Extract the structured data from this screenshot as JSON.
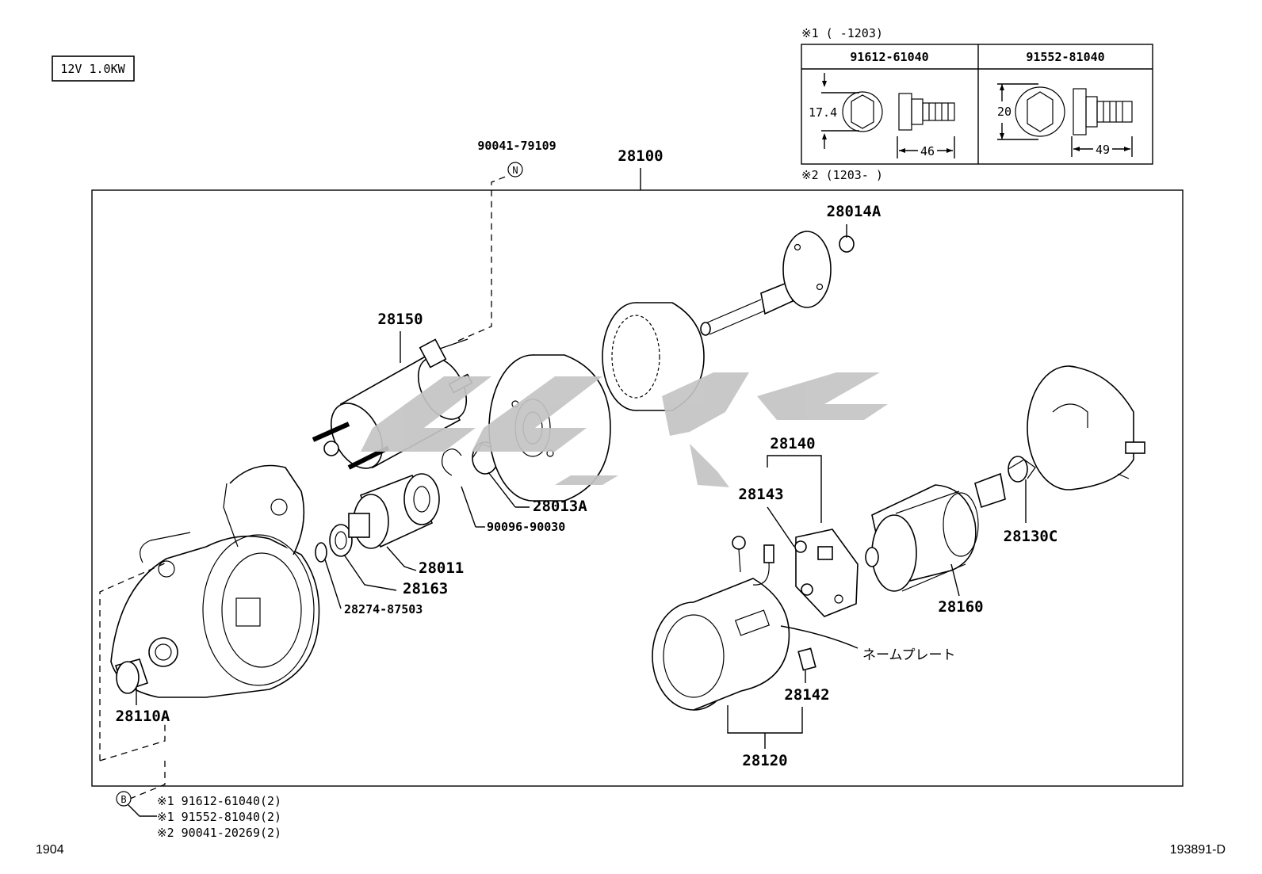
{
  "spec_box": "12V 1.0KW",
  "footer": {
    "left": "1904",
    "right": "193891-D"
  },
  "table": {
    "note1": "※1 (     -1203)",
    "note2": "※2 (1203-     )",
    "col1": {
      "part": "91612-61040",
      "dia": "17.4",
      "len": "46"
    },
    "col2": {
      "part": "91552-81040",
      "dia": "20",
      "len": "49"
    }
  },
  "markers": {
    "n": "N",
    "b": "B"
  },
  "labels": {
    "assy": "28100",
    "solenoid_bolt": "90041-79109",
    "p28150": "28150",
    "p28014A": "28014A",
    "p28013A": "28013A",
    "p90096": "90096-90030",
    "p28011": "28011",
    "p28163": "28163",
    "p28274": "28274-87503",
    "p28110A": "28110A",
    "p28140": "28140",
    "p28143": "28143",
    "p28130C": "28130C",
    "p28160": "28160",
    "nameplate": "ネームプレート",
    "p28142": "28142",
    "p28120": "28120"
  },
  "bolts": [
    "※1 91612-61040(2)",
    "※1 91552-81040(2)",
    "※2 90041-20269(2)"
  ],
  "colors": {
    "line": "#000000",
    "watermark": "#c4c4c4"
  }
}
